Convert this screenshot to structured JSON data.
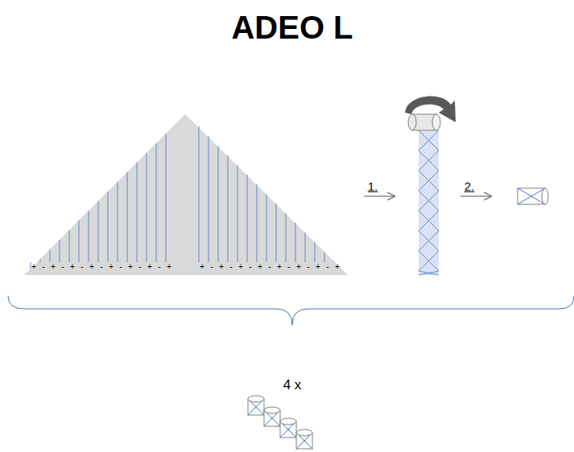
{
  "diagram": {
    "title": "ADEO L",
    "labels": [
      "+ - + - + - + - + - + - + - +",
      "+ - + - + - + - + - + - + - +",
      "1.",
      "2.",
      "4 x"
    ]
  }
}
